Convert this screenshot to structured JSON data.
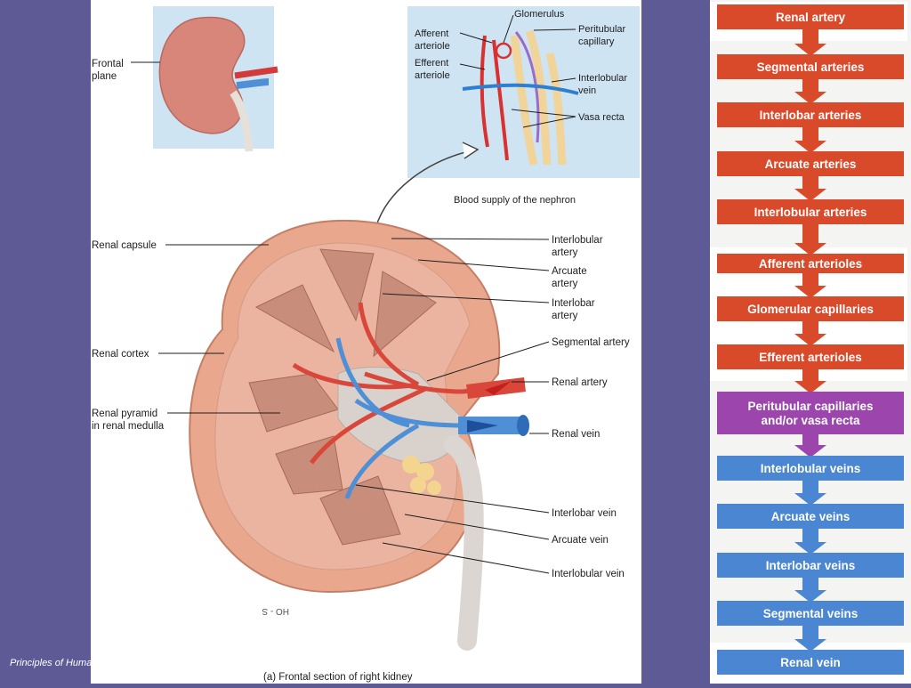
{
  "footer": {
    "text": "Principles of Human Anatomy and Physiology"
  },
  "figure": {
    "inset_labels": {
      "frontal_plane": [
        "Frontal",
        "plane"
      ]
    },
    "nephron_labels": {
      "glomerulus": [
        "Glomerulus"
      ],
      "afferent_arteriole": [
        "Afferent",
        "arteriole"
      ],
      "efferent_arteriole": [
        "Efferent",
        "arteriole"
      ],
      "peritubular_capillary": [
        "Peritubular",
        "capillary"
      ],
      "interlobular_vein": [
        "Interlobular",
        "vein"
      ],
      "vasa_recta": [
        "Vasa recta"
      ]
    },
    "nephron_caption": "Blood supply of the nephron",
    "left_labels": {
      "renal_capsule": [
        "Renal capsule"
      ],
      "renal_cortex": [
        "Renal cortex"
      ],
      "renal_pyramid": [
        "Renal pyramid",
        "in renal medulla"
      ]
    },
    "right_labels": {
      "interlobular_artery": [
        "Interlobular",
        "artery"
      ],
      "arcuate_artery": [
        "Arcuate",
        "artery"
      ],
      "interlobar_artery": [
        "Interlobar",
        "artery"
      ],
      "segmental_artery": [
        "Segmental artery"
      ],
      "renal_artery": [
        "Renal artery"
      ],
      "renal_vein": [
        "Renal vein"
      ],
      "interlobar_vein": [
        "Interlobar vein"
      ],
      "arcuate_vein": [
        "Arcuate vein"
      ],
      "interlobular_vein": [
        "Interlobular vein"
      ]
    },
    "caption": "(a) Frontal section of right kidney",
    "signature": "HO - S"
  },
  "flowchart": {
    "colors": {
      "artery": "#d94a2b",
      "capillary": "#9b45ad",
      "vein": "#4a86d2",
      "frame": "#ffffff"
    },
    "steps": [
      {
        "lines": [
          "Renal artery"
        ],
        "kind": "artery"
      },
      {
        "lines": [
          "Segmental arteries"
        ],
        "kind": "artery"
      },
      {
        "lines": [
          "Interlobar arteries"
        ],
        "kind": "artery"
      },
      {
        "lines": [
          "Arcuate arteries"
        ],
        "kind": "artery"
      },
      {
        "lines": [
          "Interlobular arteries"
        ],
        "kind": "artery"
      },
      {
        "lines": [
          "Afferent arterioles"
        ],
        "kind": "artery"
      },
      {
        "lines": [
          "Glomerular capillaries"
        ],
        "kind": "artery"
      },
      {
        "lines": [
          "Efferent arterioles"
        ],
        "kind": "artery"
      },
      {
        "lines": [
          "Peritubular capillaries",
          "and/or vasa recta"
        ],
        "kind": "capillary"
      },
      {
        "lines": [
          "Interlobular veins"
        ],
        "kind": "vein"
      },
      {
        "lines": [
          "Arcuate veins"
        ],
        "kind": "vein"
      },
      {
        "lines": [
          "Interlobar veins"
        ],
        "kind": "vein"
      },
      {
        "lines": [
          "Segmental veins"
        ],
        "kind": "vein"
      },
      {
        "lines": [
          "Renal vein"
        ],
        "kind": "vein"
      }
    ]
  }
}
